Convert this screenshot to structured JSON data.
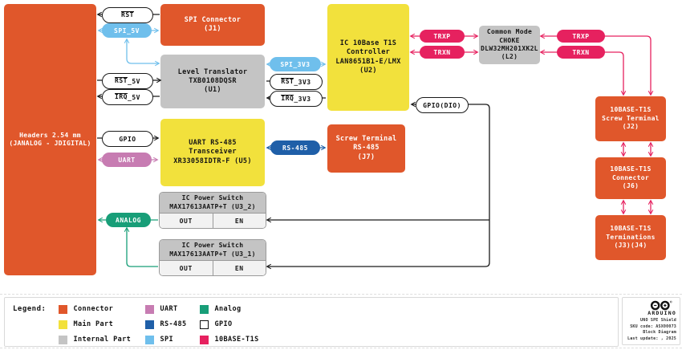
{
  "colors": {
    "connector": "#E0572B",
    "main": "#F2E13C",
    "internal": "#C4C4C4",
    "uart": "#C77CB2",
    "rs485": "#1F5FA8",
    "spi": "#6FBFEC",
    "analog": "#189E78",
    "t1s": "#E6215F",
    "line": "#1A1A1A"
  },
  "blocks": {
    "headers": "Headers 2.54 mm\n(JANALOG - JDIGITAL)",
    "j1": "SPI Connector\n(J1)",
    "u1": "Level Translator\nTXB0108DQSR\n(U1)",
    "u2": "IC 10Base T1S\nController\nLAN8651B1-E/LMX\n(U2)",
    "l2": "Common Mode\nCHOKE\nDLW32MH201XK2L\n(L2)",
    "u5": "UART RS-485\nTransceiver\nXR33058IDTR-F (U5)",
    "j7": "Screw Terminal\nRS-485\n(J7)",
    "j2": "10BASE-T1S\nScrew Terminal\n(J2)",
    "j6": "10BASE-T1S\nConnector\n(J6)",
    "j3j4": "10BASE-T1S\nTerminations\n(J3)(J4)",
    "u3_2_head": "IC Power Switch\nMAX17613AATP+T (U3_2)",
    "u3_1_head": "IC Power Switch\nMAX17613AATP+T (U3_1)",
    "out_label": "OUT",
    "en_label": "EN"
  },
  "pills": {
    "rst": {
      "bar": "RST",
      "rest": ""
    },
    "spi_5v": "SPI_5V",
    "rst_5v": {
      "bar": "RST",
      "rest": "_5V"
    },
    "irq_5v": {
      "bar": "IRQ",
      "rest": "_5V"
    },
    "spi_3v3": "SPI_3V3",
    "rst_3v3": {
      "bar": "RST",
      "rest": "_3V3"
    },
    "irq_3v3": {
      "bar": "IRQ",
      "rest": "_3V3"
    },
    "gpio": "GPIO",
    "uart": "UART",
    "rs485": "RS-485",
    "analog": "ANALOG",
    "trxp": "TRXP",
    "trxn": "TRXN",
    "gpio_dio": "GPIO(DIO)"
  },
  "legend": {
    "title": "Legend:",
    "items": [
      {
        "label": "Connector",
        "color": "#E0572B"
      },
      {
        "label": "Main Part",
        "color": "#F2E13C"
      },
      {
        "label": "Internal Part",
        "color": "#C4C4C4"
      },
      {
        "label": "UART",
        "color": "#C77CB2"
      },
      {
        "label": "RS-485",
        "color": "#1F5FA8"
      },
      {
        "label": "SPI",
        "color": "#6FBFEC"
      },
      {
        "label": "Analog",
        "color": "#189E78"
      },
      {
        "label": "GPIO",
        "color": "#FFFFFF"
      },
      {
        "label": "10BASE-T1S",
        "color": "#E6215F"
      }
    ]
  },
  "brand": {
    "name": "ARDUINO",
    "info": "UNO SPE Shield\nSKU code: ASX00073\nBlock Diagram\nLast update: , 2025"
  }
}
